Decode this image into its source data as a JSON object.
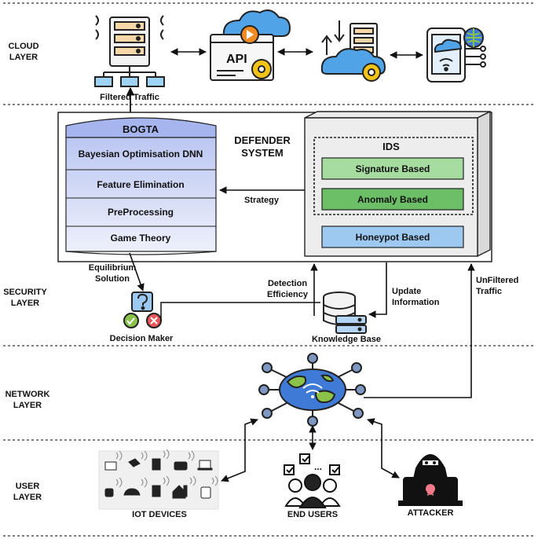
{
  "layers": {
    "cloud": [
      "CLOUD",
      "LAYER"
    ],
    "security": [
      "SECURITY",
      "LAYER"
    ],
    "network": [
      "NETWORK",
      "LAYER"
    ],
    "user": [
      "USER",
      "LAYER"
    ]
  },
  "flows": {
    "filtered_traffic": "Filtered  Traffic",
    "strategy": "Strategy",
    "equilibrium": [
      "Equilibrium",
      "Solution"
    ],
    "detection": [
      "Detection",
      "Efficiency"
    ],
    "update": [
      "Update",
      "Information"
    ],
    "unfiltered": [
      "UnFiltered",
      "Traffic"
    ]
  },
  "bogta": {
    "title": "BOGTA",
    "steps": [
      "Bayesian Optimisation DNN",
      "Feature Elimination",
      "PreProcessing",
      "Game Theory"
    ]
  },
  "defender": [
    "DEFENDER",
    "SYSTEM"
  ],
  "ids": {
    "title": "IDS",
    "items": [
      "Signature Based",
      "Anomaly Based",
      "Honeypot Based"
    ]
  },
  "cloud": {
    "api_text": "API"
  },
  "nodes": {
    "decision_maker": "Decision Maker",
    "knowledge_base": "Knowledge Base",
    "iot_devices": "IOT DEVICES",
    "end_users": "END USERS",
    "attacker": "ATTACKER"
  },
  "colors": {
    "bogta_top": "#bcc7f2",
    "bogta_mid": "#d7dcf7",
    "bogta_bottom": "#e9ecf9",
    "signature": "#a6dca0",
    "anomaly": "#6cbf66",
    "honeypot": "#9dc8f0",
    "network_globe": "#3f7bd6",
    "network_land": "#8bc34a",
    "node_blue": "#7f98c2"
  }
}
